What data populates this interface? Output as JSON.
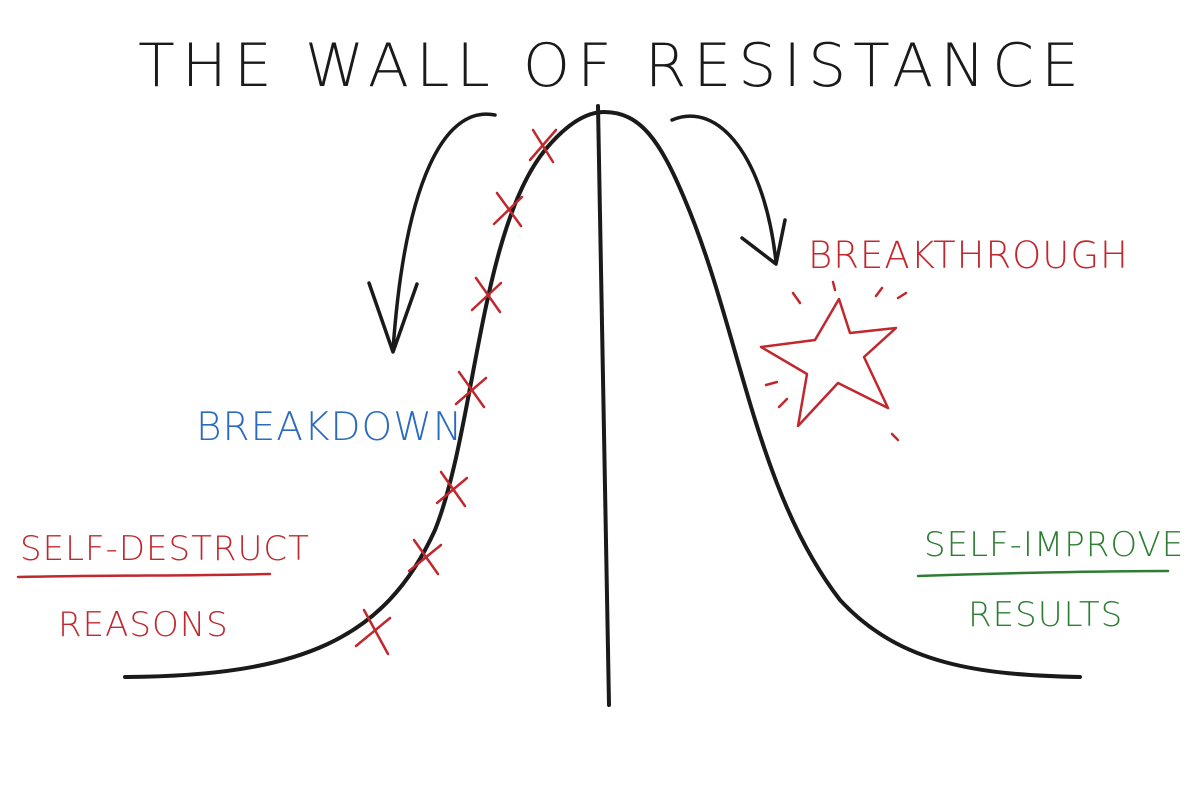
{
  "title": "THE WALL OF RESISTANCE",
  "labels": {
    "breakdown": "BREAKDOWN",
    "breakthrough": "BREAKTHROUGH",
    "left_top": "SELF-DESTRUCT",
    "left_bottom": "REASONS",
    "right_top": "SELF-IMPROVE",
    "right_bottom": "RESULTS"
  },
  "colors": {
    "ink": "#1a1a1a",
    "red": "#c0282e",
    "blue": "#2a6bc0",
    "green": "#2e7d32"
  },
  "icons": {
    "wall_marks": "x-mark-icon",
    "breakthrough": "star-burst-icon",
    "direction": "curved-arrow-icon"
  }
}
